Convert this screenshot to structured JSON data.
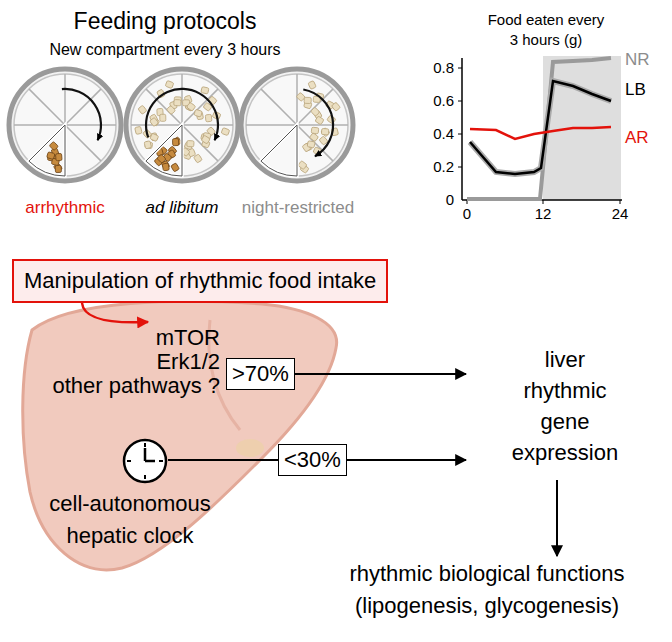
{
  "diagram": {
    "nodes": [
      {
        "text": [
          "Manipulation of rhythmic food intake"
        ]
      },
      {
        "text": [
          "mTOR",
          "Erk1/2",
          "other pathways ?",
          "cell-autonomous hepatic clock"
        ]
      },
      {
        "text": [
          ">70%"
        ]
      },
      {
        "text": [
          "<30%"
        ]
      }
    ],
    "edges": [
      {
        "from": 0,
        "to": 1,
        "arrow": "to"
      }
    ],
    "labels": [
      "Feeding protocols",
      "New compartment every 3 hours",
      "arrhythmic",
      "ad libitum",
      "night-restricted",
      "Food eaten every 3 hours (g)",
      "0.8",
      "0.6",
      "0.4",
      "0.2",
      "0",
      "0",
      "12",
      "24",
      "NR",
      "LB",
      "AR",
      "liver rhythmic gene expression",
      "rhythmic biological functions (lipogenesis, glycogenesis)"
    ]
  }
}
